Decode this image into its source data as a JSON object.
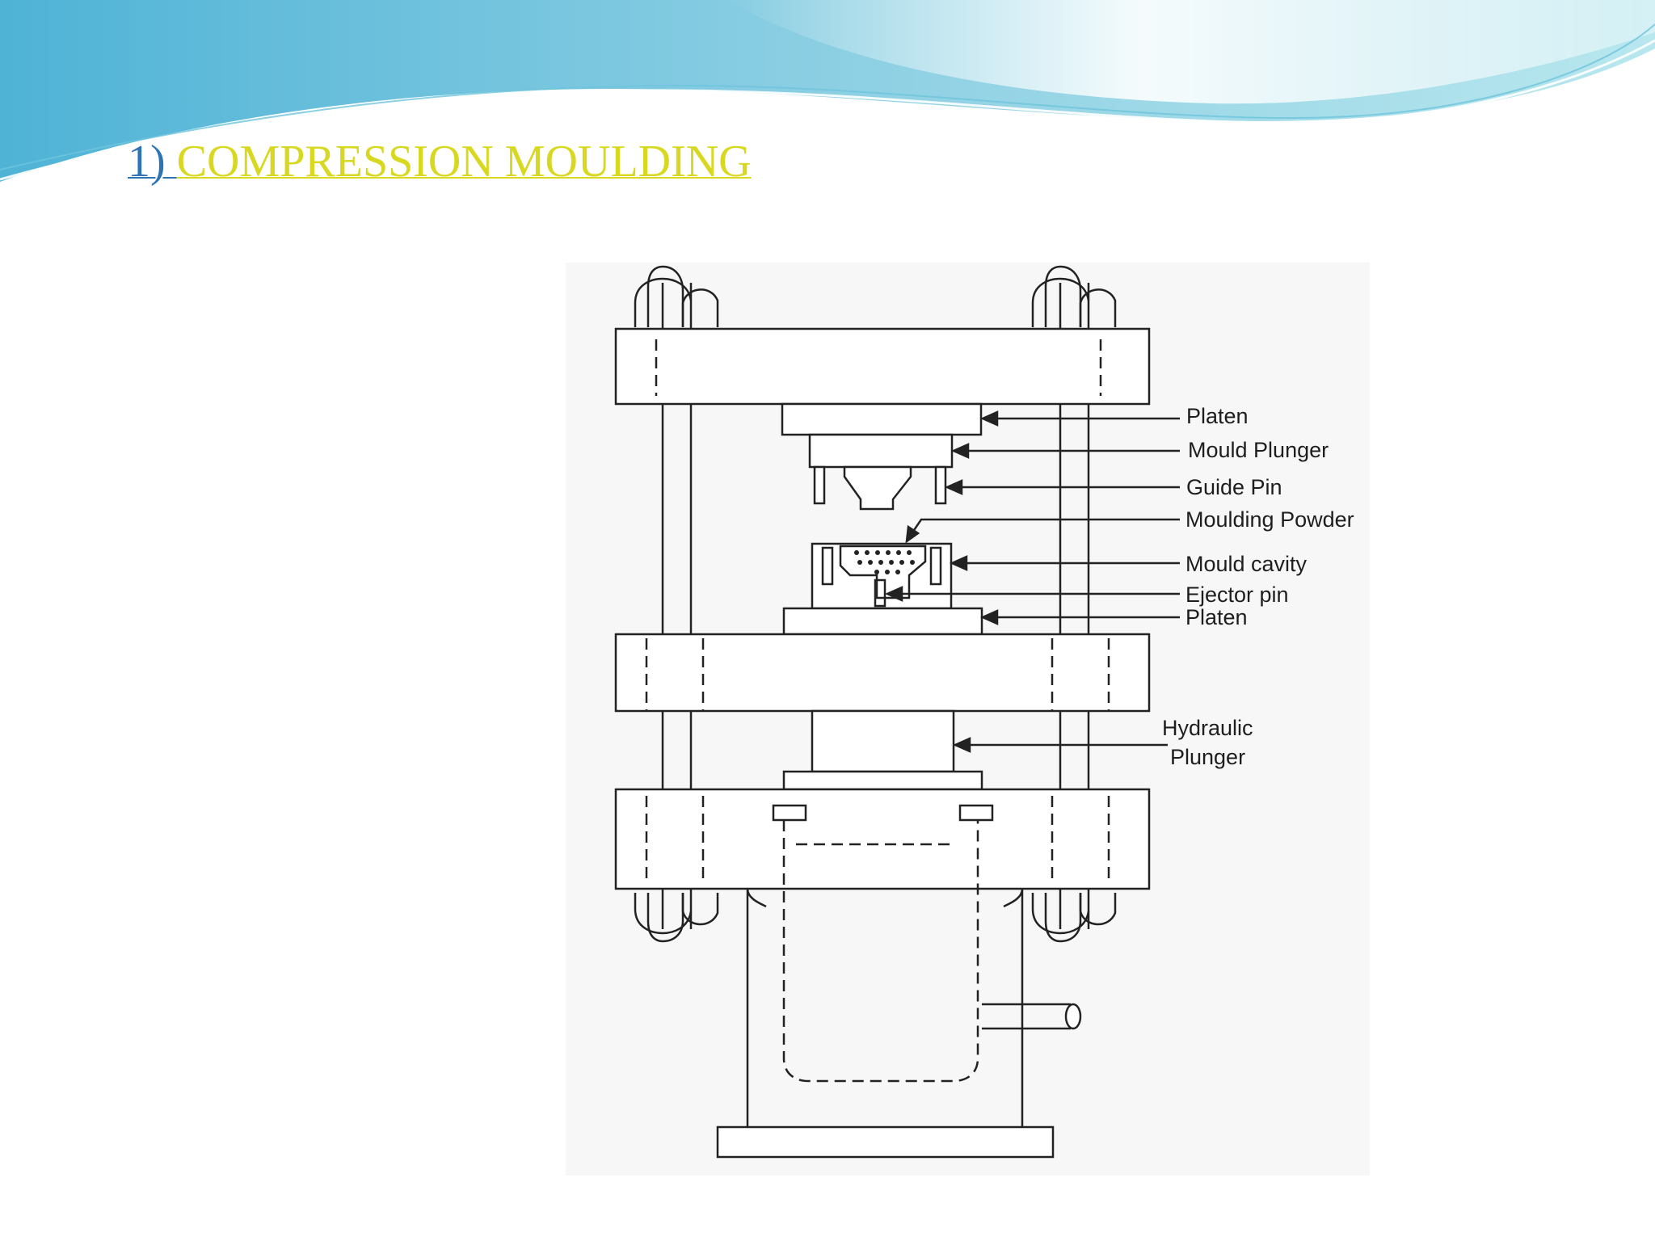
{
  "slide": {
    "title_number": "1) ",
    "title_text": "COMPRESSION MOULDING"
  },
  "colors": {
    "title_number": "#2e74b5",
    "title_text": "#d8d820",
    "banner_dark": "#5bbcd9",
    "banner_light": "#a7e1ea",
    "line": "#222222"
  },
  "diagram": {
    "labels": {
      "platen_top": "Platen",
      "mould_plunger": "Mould Plunger",
      "guide_pin": "Guide Pin",
      "moulding_powder": "Moulding Powder",
      "mould_cavity": "Mould cavity",
      "ejector_pin": "Ejector pin",
      "platen_bottom": "Platen",
      "hydraulic": "Hydraulic",
      "plunger": "Plunger"
    }
  }
}
